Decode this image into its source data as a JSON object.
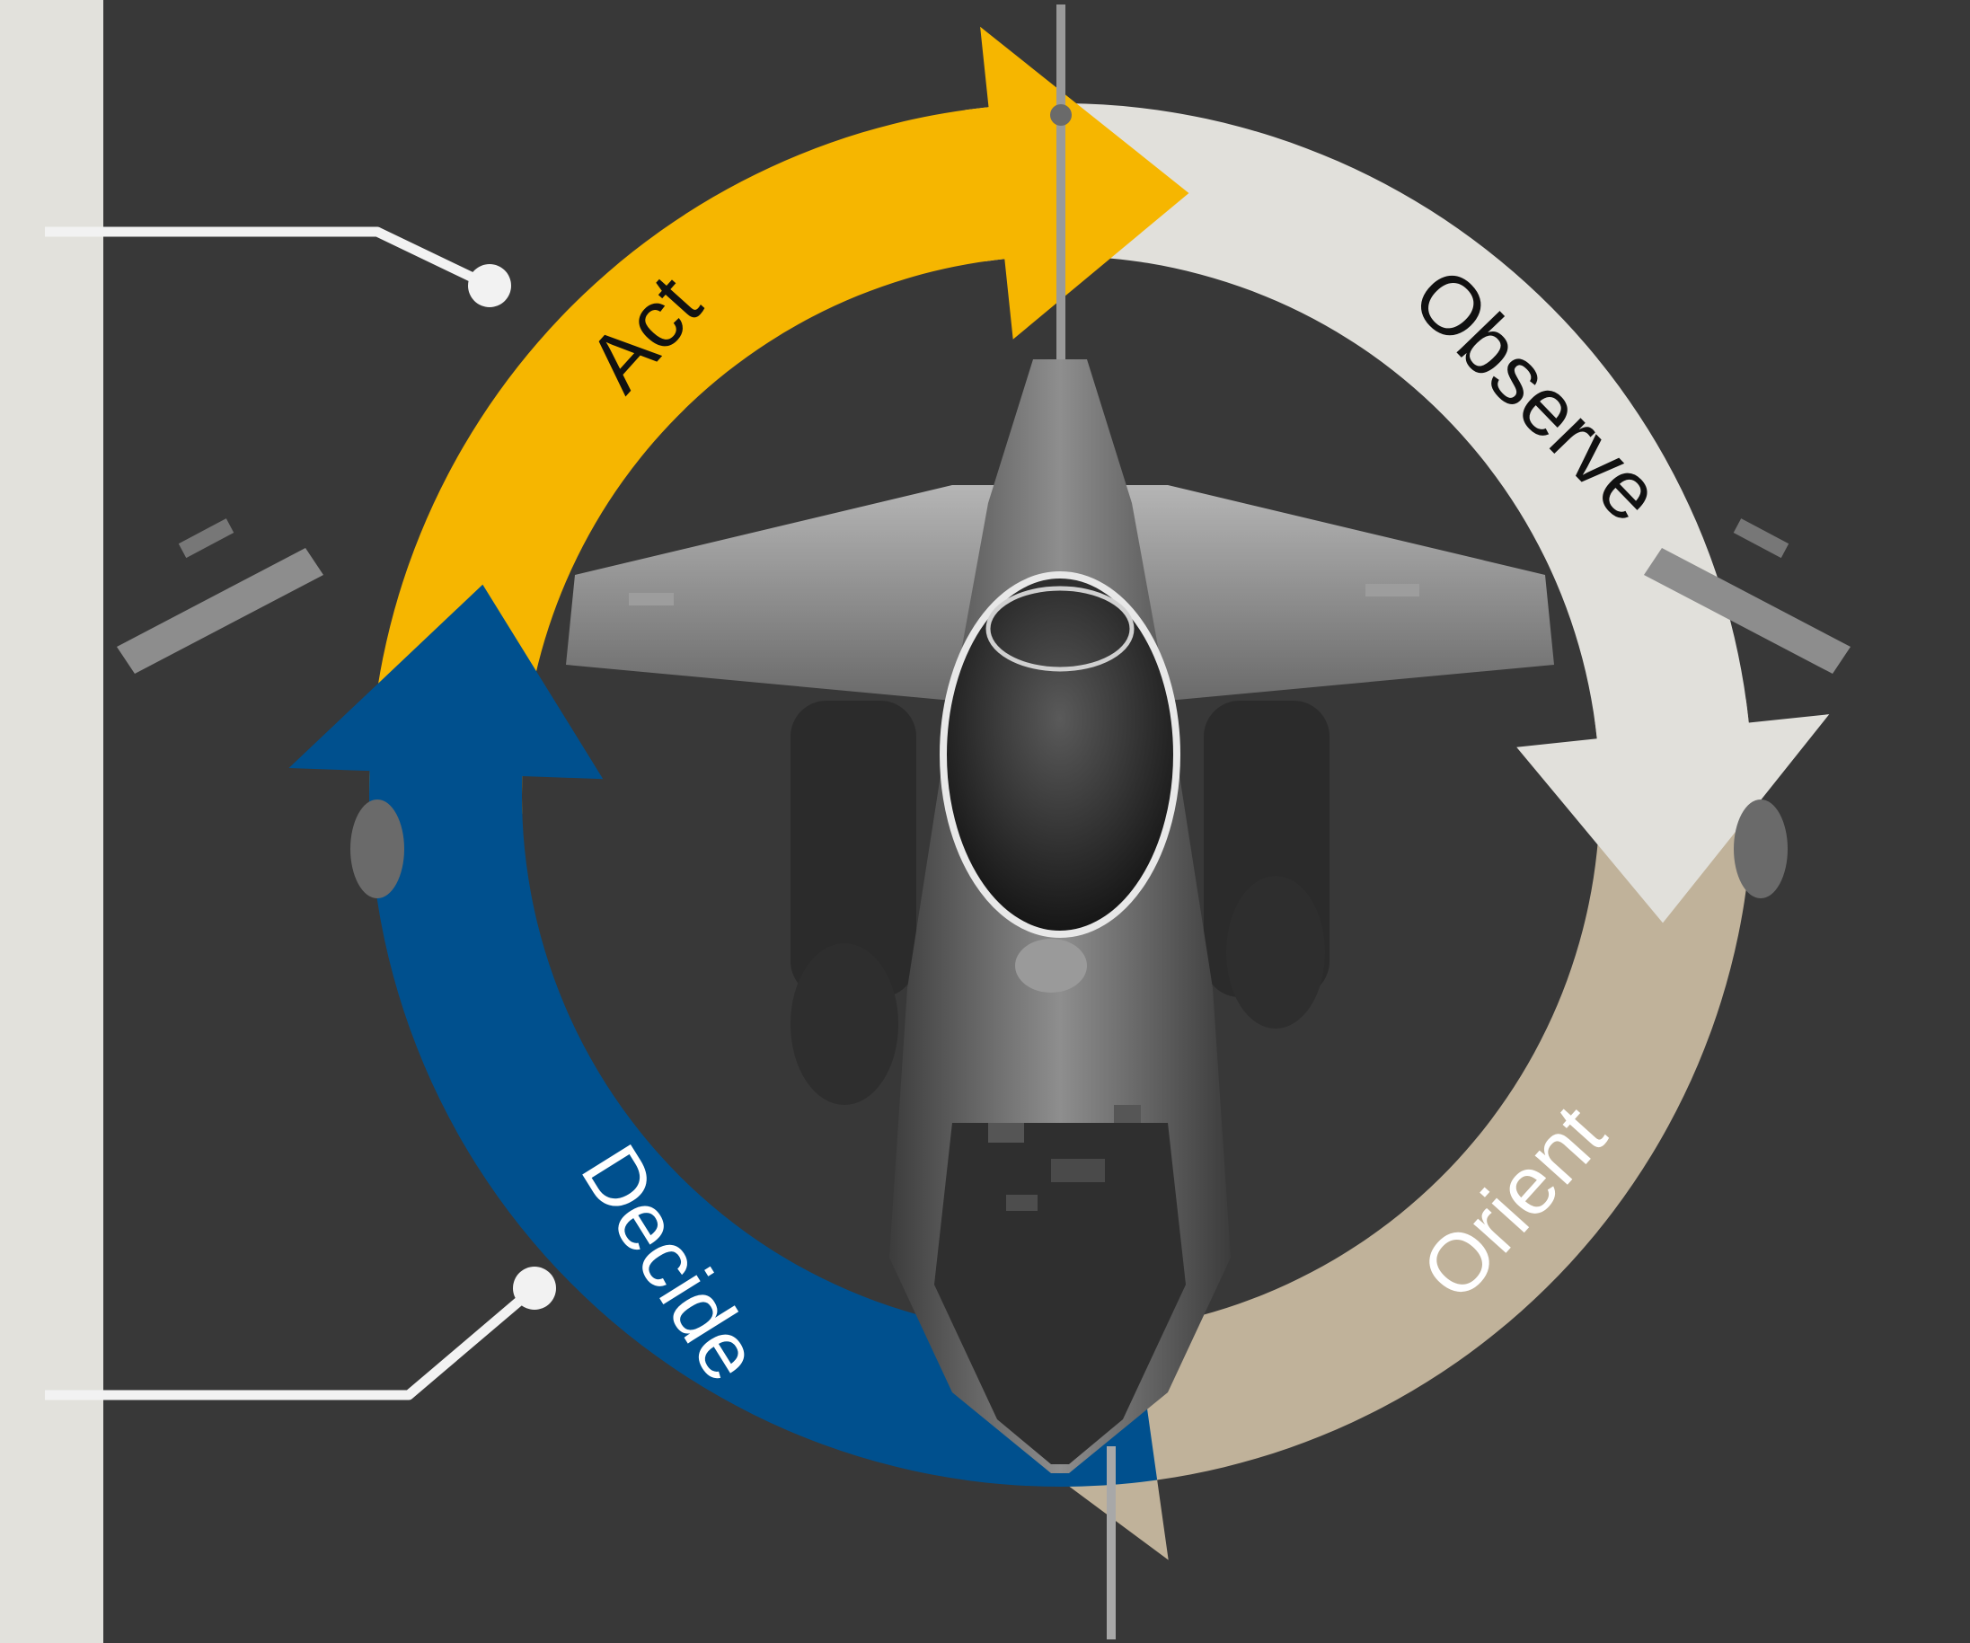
{
  "diagram": {
    "phases": [
      {
        "key": "act",
        "label": "Act",
        "color": "#f6b600",
        "text_color": "#111111"
      },
      {
        "key": "observe",
        "label": "Observe",
        "color": "#e1e0db",
        "text_color": "#111111"
      },
      {
        "key": "orient",
        "label": "Orient",
        "color": "#c0b29a",
        "text_color": "#ffffff"
      },
      {
        "key": "decide",
        "label": "Decide",
        "color": "#00508e",
        "text_color": "#ffffff"
      }
    ],
    "center_image": "fighter-jet",
    "colors": {
      "background": "#383838",
      "left_strip": "#e2e1dc",
      "callout_line": "#f2f2f2"
    }
  }
}
